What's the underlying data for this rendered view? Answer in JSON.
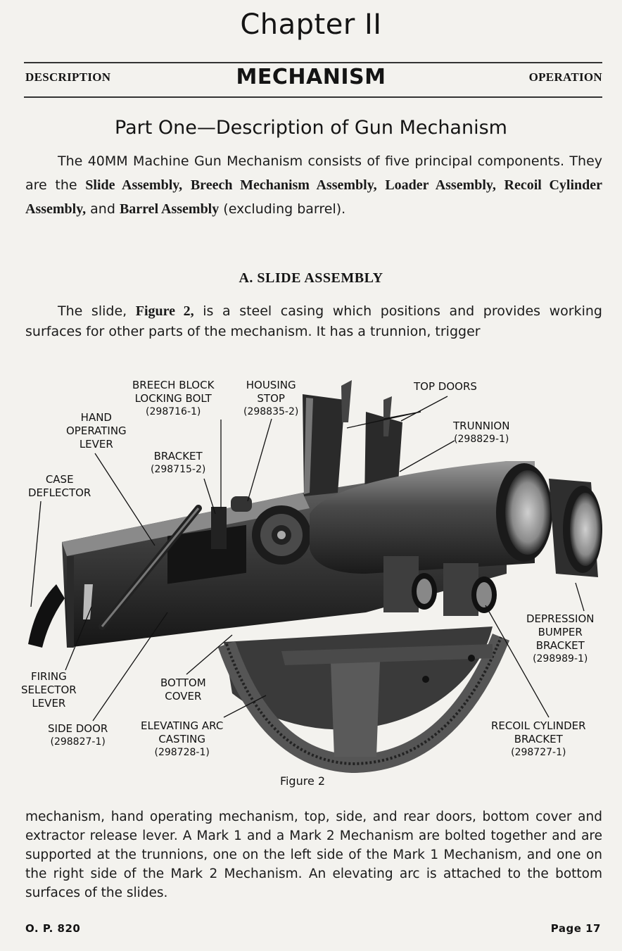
{
  "chapter_title": "Chapter II",
  "header": {
    "left": "DESCRIPTION",
    "center": "MECHANISM",
    "right": "OPERATION"
  },
  "part_title": "Part One—Description of Gun Mechanism",
  "intro": {
    "t1": "The 40MM Machine Gun Mechanism consists of five principal components. They are the ",
    "b1": "Slide Assembly,",
    "b2": "Breech Mechanism Assembly,",
    "b3": "Loader Assembly,",
    "b4": "Recoil Cylinder Assembly,",
    "t2": " and ",
    "b5": "Barrel Assembly",
    "t3": " (excluding barrel)."
  },
  "section_heading": "A.  SLIDE ASSEMBLY",
  "slide_para": {
    "t1": "The slide, ",
    "b1": "Figure 2,",
    "t2": " is a steel casing which positions and provides working surfaces for other parts of the mechanism. It has a trunnion, trigger"
  },
  "figure_labels": {
    "breech_block": {
      "name": "BREECH BLOCK\nLOCKING BOLT",
      "part": "(298716-1)"
    },
    "housing_stop": {
      "name": "HOUSING\nSTOP",
      "part": "(298835-2)"
    },
    "top_doors": {
      "name": "TOP DOORS"
    },
    "hand_lever": {
      "name": "HAND\nOPERATING\nLEVER"
    },
    "trunnion": {
      "name": "TRUNNION",
      "part": "(298829-1)"
    },
    "bracket": {
      "name": "BRACKET",
      "part": "(298715-2)"
    },
    "case_deflector": {
      "name": "CASE\nDEFLECTOR"
    },
    "depression": {
      "name": "DEPRESSION\nBUMPER\nBRACKET",
      "part": "(298989-1)"
    },
    "firing_selector": {
      "name": "FIRING\nSELECTOR\nLEVER"
    },
    "bottom_cover": {
      "name": "BOTTOM\nCOVER"
    },
    "side_door": {
      "name": "SIDE DOOR",
      "part": "(298827-1)"
    },
    "elevating_arc": {
      "name": "ELEVATING ARC\nCASTING",
      "part": "(298728-1)"
    },
    "recoil_bracket": {
      "name": "RECOIL CYLINDER\nBRACKET",
      "part": "(298727-1)"
    }
  },
  "figure_caption": "Figure 2",
  "continuation": "mechanism, hand operating mechanism, top, side, and rear doors, bottom cover and extractor release lever. A Mark 1 and a Mark 2 Mechanism are bolted together and are supported at the trunnions, one on the left side of the Mark 1 Mechanism, and one on the right side of the Mark 2 Mechanism. An elevating arc is attached to the bottom surfaces of the slides.",
  "footer": {
    "left": "O. P. 820",
    "right": "Page 17"
  }
}
